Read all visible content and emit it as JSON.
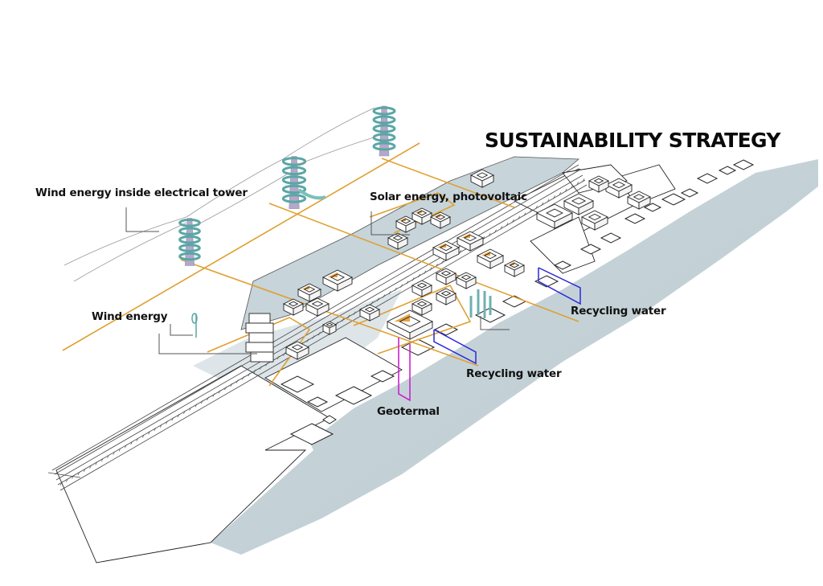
{
  "title": "SUSTAINABILITY STRATEGY",
  "labels": {
    "wind_tower": "Wind energy inside electrical tower",
    "solar": "Solar energy, photovoltaic",
    "wind": "Wind energy",
    "recycling_water_1": "Recycling water",
    "recycling_water_2": "Recycling water",
    "geothermal": "Geotermal"
  },
  "colors": {
    "ground": "#c9d6db",
    "solar_accent": "#e8a33c",
    "orange_grid": "#e0a030",
    "water_pipe": "#2a2ad8",
    "geothermal_pipe": "#cc22cc",
    "wind_turbine": "#6fb0b0",
    "tower_frame": "#b4a8c8",
    "outline": "#222222",
    "leader_line": "#555555"
  },
  "icons": {
    "electrical_towers": [
      "wind-tower-icon",
      "wind-tower-icon",
      "wind-tower-icon"
    ],
    "wind_turbine": "wind-turbine-icon",
    "water_tanks": "water-tank-icon"
  }
}
